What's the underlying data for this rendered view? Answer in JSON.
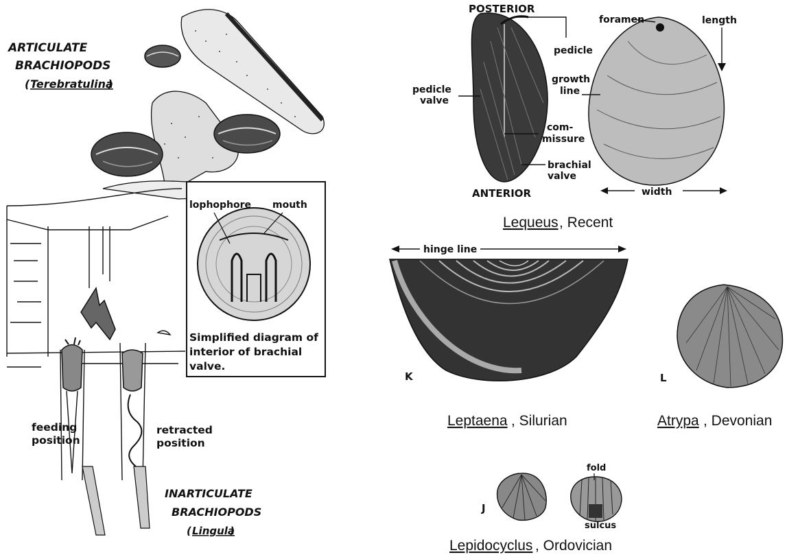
{
  "left_panel": {
    "articulate_title_1": "ARTICULATE",
    "articulate_title_2": "BRACHIOPODS",
    "articulate_genus": "Terebratulina",
    "inset": {
      "label_lophophore": "lophophore",
      "label_mouth": "mouth",
      "caption_1": "Simplified diagram of",
      "caption_2": "interior of brachial",
      "caption_3": "valve."
    },
    "feeding_1": "feeding",
    "feeding_2": "position",
    "retracted_1": "retracted",
    "retracted_2": "position",
    "inarticulate_title_1": "INARTICULATE",
    "inarticulate_title_2": "BRACHIOPODS",
    "inarticulate_genus": "Lingula"
  },
  "lequeus": {
    "posterior": "POSTERIOR",
    "anterior": "ANTERIOR",
    "pedicle": "pedicle",
    "pedicle_valve_1": "pedicle",
    "pedicle_valve_2": "valve",
    "commissure_1": "com-",
    "commissure_2": "missure",
    "brachial_valve_1": "brachial",
    "brachial_valve_2": "valve",
    "foramen": "foramen",
    "length": "length",
    "growth_line_1": "growth",
    "growth_line_2": "line",
    "width": "width",
    "caption_genus": "Lequeus",
    "caption_age": ", Recent"
  },
  "leptaena": {
    "hinge_line": "hinge line",
    "letter": "K",
    "caption_genus": "Leptaena",
    "caption_age": ", Silurian"
  },
  "atrypa": {
    "letter": "L",
    "caption_genus": "Atrypa",
    "caption_age": ", Devonian"
  },
  "lepidocyclus": {
    "letter": "J",
    "fold": "fold",
    "sulcus": "sulcus",
    "caption_genus": "Lepidocyclus",
    "caption_age": ", Ordovician"
  }
}
